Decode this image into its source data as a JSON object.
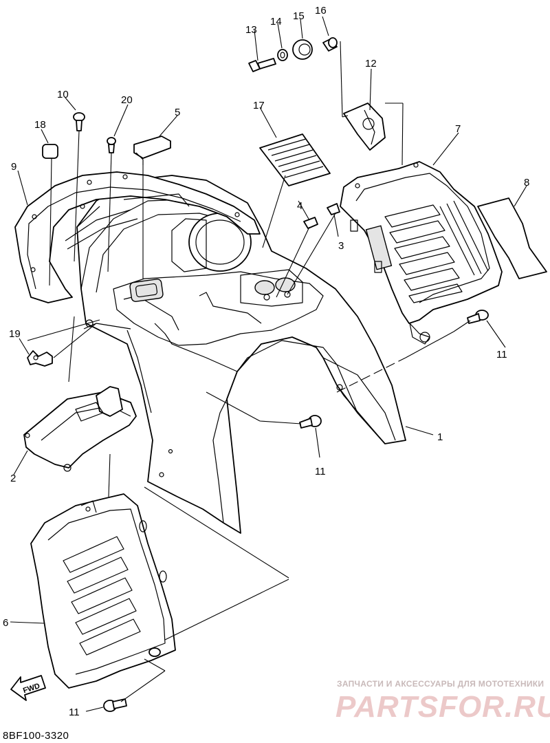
{
  "diagram_code": "8BF100-3320",
  "fwd_label": "FWD",
  "watermark": {
    "tagline": "ЗАПЧАСТИ И АКСЕССУАРЫ ДЛЯ МОТОТЕХНИКИ",
    "logo_text": "PARTSFOR.RU"
  },
  "callouts": [
    {
      "id": "c1",
      "label": "1"
    },
    {
      "id": "c2",
      "label": "2"
    },
    {
      "id": "c3",
      "label": "3"
    },
    {
      "id": "c4",
      "label": "4"
    },
    {
      "id": "c5",
      "label": "5"
    },
    {
      "id": "c6",
      "label": "6"
    },
    {
      "id": "c7",
      "label": "7"
    },
    {
      "id": "c8",
      "label": "8"
    },
    {
      "id": "c9",
      "label": "9"
    },
    {
      "id": "c10",
      "label": "10"
    },
    {
      "id": "c11a",
      "label": "11"
    },
    {
      "id": "c11b",
      "label": "11"
    },
    {
      "id": "c11c",
      "label": "11"
    },
    {
      "id": "c12",
      "label": "12"
    },
    {
      "id": "c13",
      "label": "13"
    },
    {
      "id": "c14",
      "label": "14"
    },
    {
      "id": "c15",
      "label": "15"
    },
    {
      "id": "c16",
      "label": "16"
    },
    {
      "id": "c17",
      "label": "17"
    },
    {
      "id": "c18",
      "label": "18"
    },
    {
      "id": "c19",
      "label": "19"
    },
    {
      "id": "c20",
      "label": "20"
    }
  ]
}
